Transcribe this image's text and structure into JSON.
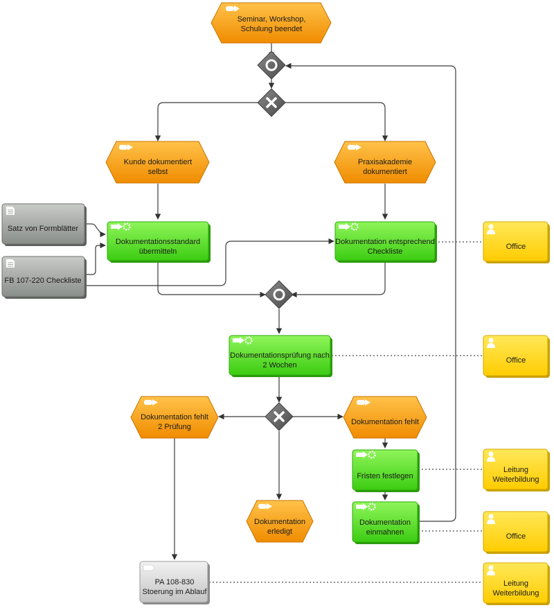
{
  "events": {
    "start": [
      "Seminar, Workshop,",
      "Schulung beendet"
    ],
    "kunde": [
      "Kunde dokumentiert",
      "selbst"
    ],
    "praxis": [
      "Praxisakademie",
      "dokumentiert"
    ],
    "fehlt2": [
      "Dokumentation fehlt",
      "2 Prüfung"
    ],
    "fehlt": [
      "Dokumentation fehlt"
    ],
    "erledigt": [
      "Dokumentation",
      "erledigt"
    ]
  },
  "functions": {
    "standard": [
      "Dokumentationsstandard",
      "übermitteln"
    ],
    "entsprechend": [
      "Dokumentation entsprechend",
      "Checkliste"
    ],
    "pruefung": [
      "Dokumentationsprüfung nach",
      "2 Wochen"
    ],
    "fristen": [
      "Fristen festlegen"
    ],
    "einmahnen": [
      "Dokumentation",
      "einmahnen"
    ]
  },
  "documents": {
    "satz": [
      "Satz von Formblätter"
    ],
    "fb": [
      "FB 107-220 Checkliste"
    ]
  },
  "process_interface": {
    "pa": [
      "PA 108-830",
      "Stoerung im Ablauf"
    ]
  },
  "roles": {
    "office1": [
      "Office"
    ],
    "office2": [
      "Office"
    ],
    "leitung1": [
      "Leitung",
      "Weiterbildung"
    ],
    "office3": [
      "Office"
    ],
    "leitung2": [
      "Leitung",
      "Weiterbildung"
    ]
  },
  "connectors": {
    "or_top": "OR",
    "xor_top": "XOR",
    "or_mid": "OR",
    "xor_mid": "XOR"
  },
  "colors": {
    "event": "#f5a000",
    "function": "#55dd22",
    "document": "#9a9e9a",
    "process_interface": "#d9d9d9",
    "role": "#ffd800",
    "connector": "#666666"
  }
}
